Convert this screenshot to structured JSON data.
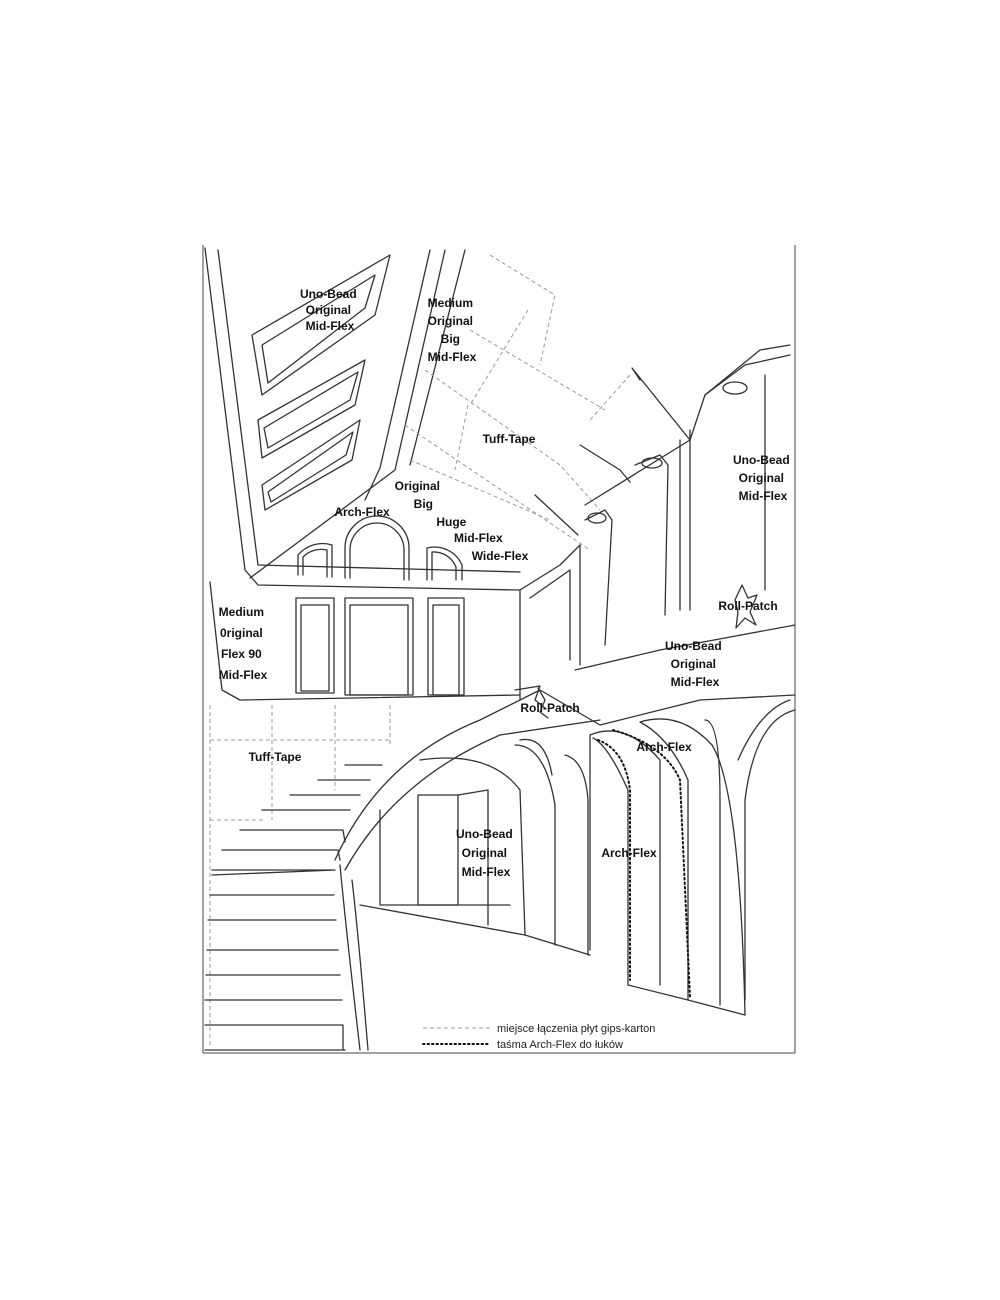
{
  "labels": {
    "ceiling_left": [
      "Uno-Bead",
      "Original",
      "Mid-Flex"
    ],
    "ceiling_center": [
      "Medium",
      "Original",
      "Big",
      "Mid-Flex"
    ],
    "tuff_tape_upper": "Tuff-Tape",
    "right_wall_upper": [
      "Uno-Bead",
      "Original",
      "Mid-Flex"
    ],
    "ceiling_lower": [
      "Original",
      "Big",
      "Huge",
      "Mid-Flex",
      "Wide-Flex"
    ],
    "arch_flex_top": "Arch-Flex",
    "roll_patch_right": "Roll-Patch",
    "left_wall": [
      "Medium",
      "0riginal",
      "Flex 90",
      "Mid-Flex"
    ],
    "balcony_right": [
      "Uno-Bead",
      "Original",
      "Mid-Flex"
    ],
    "roll_patch_center": "Roll-Patch",
    "tuff_tape_lower": "Tuff-Tape",
    "arch_flex_mid": "Arch-Flex",
    "under_stairs": [
      "Uno-Bead",
      "Original",
      "Mid-Flex"
    ],
    "arch_flex_lower": "Arch-Flex"
  },
  "legend": [
    {
      "style": "dashed",
      "text": "miejsce łączenia płyt gips-karton"
    },
    {
      "style": "dotted",
      "text": "taśma Arch-Flex do łuków"
    }
  ]
}
